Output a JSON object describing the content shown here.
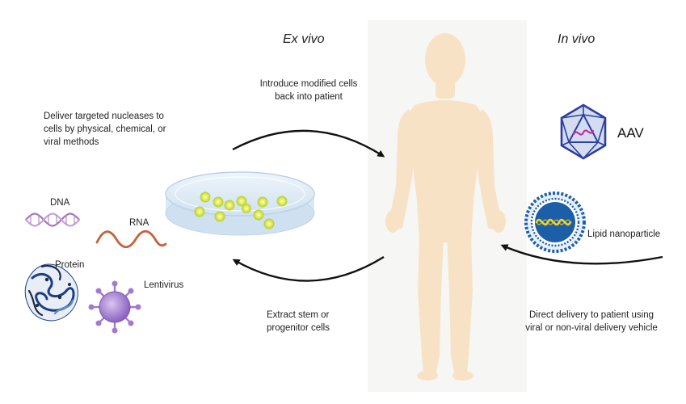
{
  "headings": {
    "ex_vivo": "Ex vivo",
    "in_vivo": "In vivo"
  },
  "labels": {
    "deliver_nucleases": [
      "Deliver targeted nucleases to",
      "cells by physical, chemical, or",
      "viral methods"
    ],
    "introduce_cells": [
      "Introduce modified cells",
      "back into patient"
    ],
    "extract_cells": [
      "Extract stem or",
      "progenitor cells"
    ],
    "direct_delivery": [
      "Direct delivery to patient using",
      "viral or non-viral delivery vehicle"
    ],
    "dna": "DNA",
    "rna": "RNA",
    "protein": "Protein",
    "lentivirus": "Lentivirus",
    "aav": "AAV",
    "lipid_nanoparticle": "Lipid nanoparticle"
  },
  "colors": {
    "body_silhouette": "#f8e2c6",
    "body_panel": "#f6f6f4",
    "arrow": "#111111",
    "dish": "#dbe9f6",
    "cell": "#e6ef57",
    "dna": "#a776bd",
    "rna": "#c7603b",
    "protein": "#1b3f85",
    "lentivirus": "#a47ad1",
    "aav": "#2d3f9f",
    "lipid": "#1c5fa8",
    "lipid_core": "#f2d21c"
  }
}
